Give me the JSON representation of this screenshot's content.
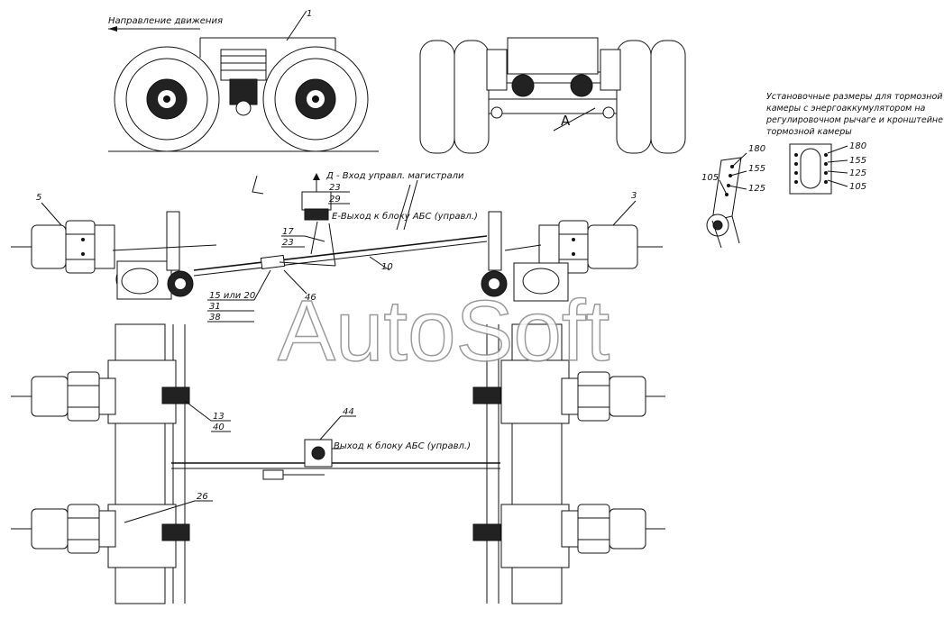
{
  "title": "Направление движения",
  "view_marker": "А",
  "install_note": [
    "Установочные размеры для тормозной",
    "камеры с энергоаккумулятором на",
    "регулировочном рычаге и кронштейне",
    "тормозной камеры"
  ],
  "lever_dims": [
    "180",
    "155",
    "125",
    "105"
  ],
  "bracket_dims": [
    "180",
    "155",
    "125",
    "105"
  ],
  "annotations": {
    "d_input": "Д - Вход управл. магистрали",
    "e_output": "Е-Выход к блоку АБС (управл.)",
    "abs_output": "Выход к блоку АБС (управл.)"
  },
  "callouts": {
    "c1": "1",
    "c3": "3",
    "c5": "5",
    "c10": "10",
    "c17": "17",
    "c23a": "23",
    "c23b": "23",
    "c29": "29",
    "c15_20": "15 или 20",
    "c31": "31",
    "c38": "38",
    "c46": "46",
    "c13": "13",
    "c40": "40",
    "c44": "44",
    "c26": "26"
  },
  "watermark": "AutoSoft"
}
